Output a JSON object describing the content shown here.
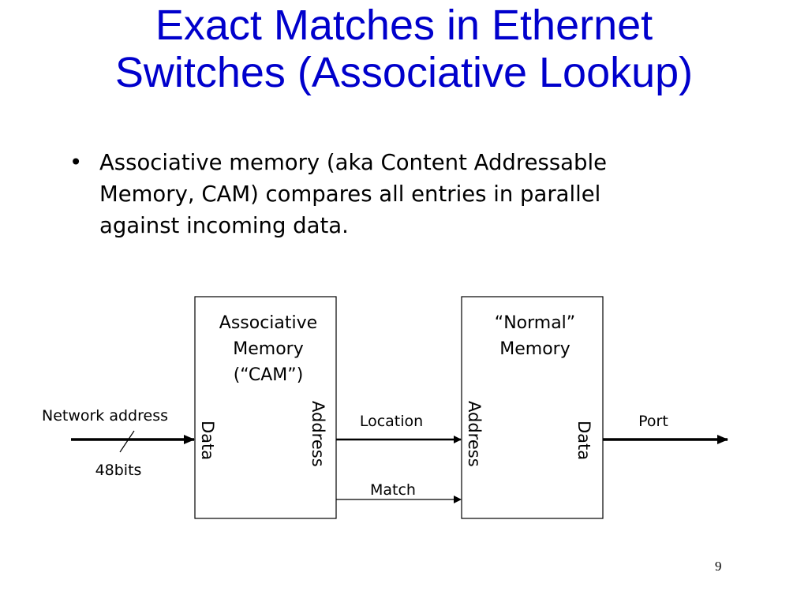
{
  "title": {
    "line1": "Exact Matches in Ethernet",
    "line2": "Switches (Associative Lookup)"
  },
  "bullet": {
    "marker": "•",
    "lines": [
      "Associative memory (aka Content Addressable",
      "Memory, CAM) compares all entries in parallel",
      "against incoming data."
    ]
  },
  "diagram": {
    "cam_box": {
      "label_lines": [
        "Associative",
        "Memory",
        "(“CAM”)"
      ],
      "left_port": "Data",
      "right_port": "Address"
    },
    "normal_box": {
      "label_lines": [
        "“Normal”",
        "Memory"
      ],
      "left_port": "Address",
      "right_port": "Data"
    },
    "input": {
      "label": "Network address",
      "width_label": "48bits"
    },
    "connections": {
      "location": "Location",
      "match": "Match",
      "output": "Port"
    }
  },
  "page_number": "9"
}
